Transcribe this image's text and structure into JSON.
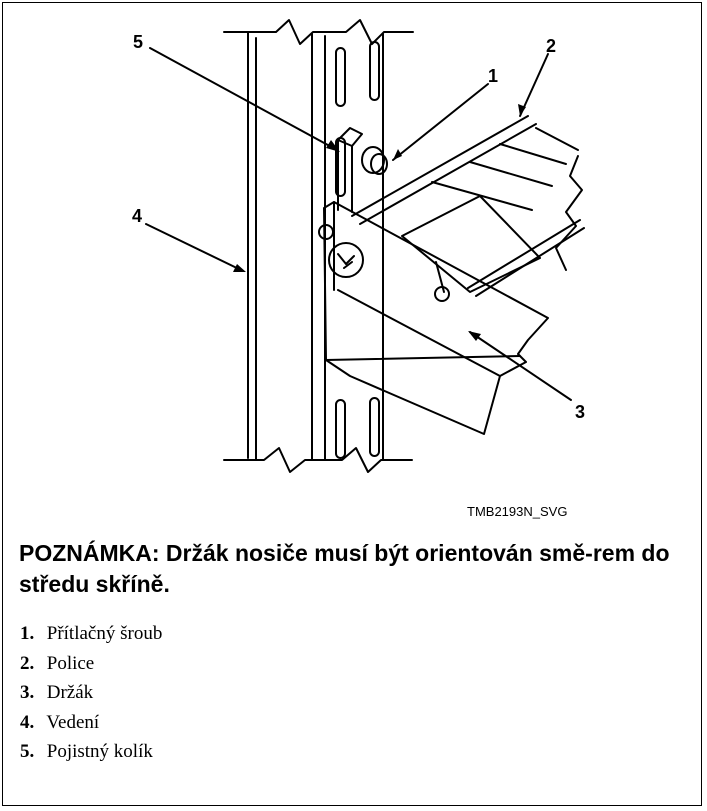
{
  "figure": {
    "id_label": "TMB2193N_SVG",
    "callouts": [
      "1",
      "2",
      "3",
      "4",
      "5"
    ]
  },
  "note": {
    "text": "POZNÁMKA: Držák nosiče musí být orientován smě-rem do středu skříně."
  },
  "legend": {
    "items": [
      {
        "number": "1.",
        "label": "Přítlačný šroub"
      },
      {
        "number": "2.",
        "label": "Police"
      },
      {
        "number": "3.",
        "label": "Držák"
      },
      {
        "number": "4.",
        "label": "Vedení"
      },
      {
        "number": "5.",
        "label": "Pojistný kolík"
      }
    ]
  }
}
